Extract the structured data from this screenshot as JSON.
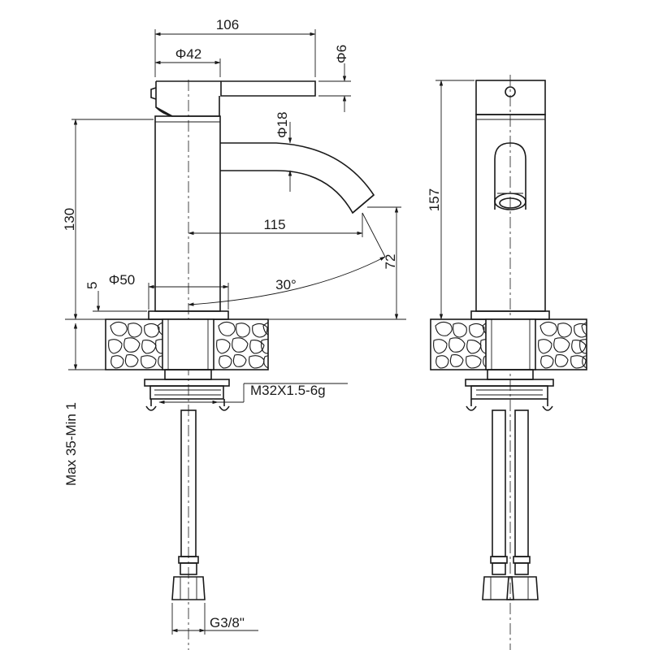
{
  "dimensions": {
    "overall_depth": "106",
    "body_diameter": "Φ42",
    "lever_thickness": "Φ6",
    "spout_diameter": "Φ18",
    "spout_height": "130",
    "spout_reach": "115",
    "outlet_height": "72",
    "spout_angle": "30°",
    "base_diameter": "Φ50",
    "base_height": "5",
    "overall_height": "157",
    "deck_thickness": "Max 35-Min 1",
    "mounting_thread": "M32X1.5-6g",
    "supply_connection": "G3/8\""
  },
  "views": [
    "side-view",
    "front-view"
  ]
}
